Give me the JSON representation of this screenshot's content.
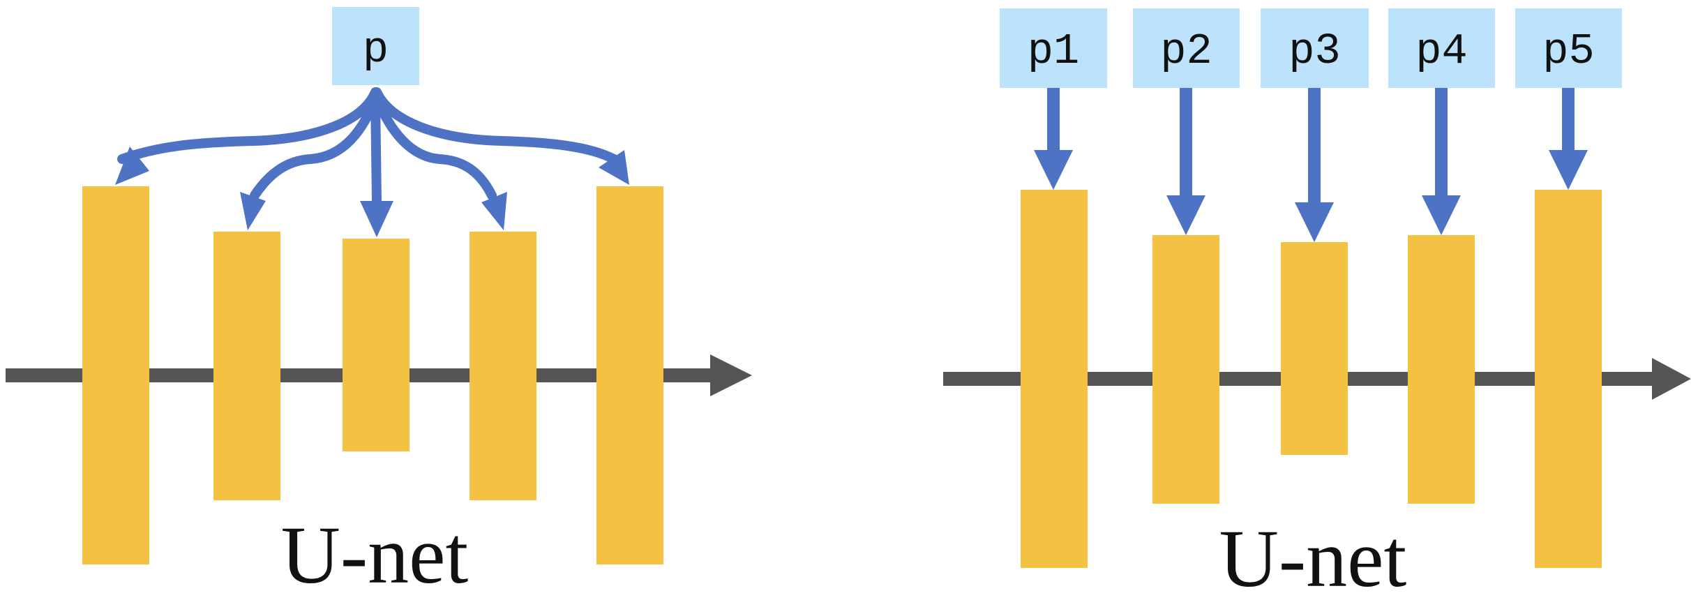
{
  "colors": {
    "block": "#F4C142",
    "param_box": "#BDE2FB",
    "arrow": "#4E73C4",
    "axis": "#555555",
    "text": "#111111"
  },
  "left_panel": {
    "param_label": "p",
    "caption": "U-net"
  },
  "right_panel": {
    "param_labels": [
      "p1",
      "p2",
      "p3",
      "p4",
      "p5"
    ],
    "caption": "U-net"
  }
}
